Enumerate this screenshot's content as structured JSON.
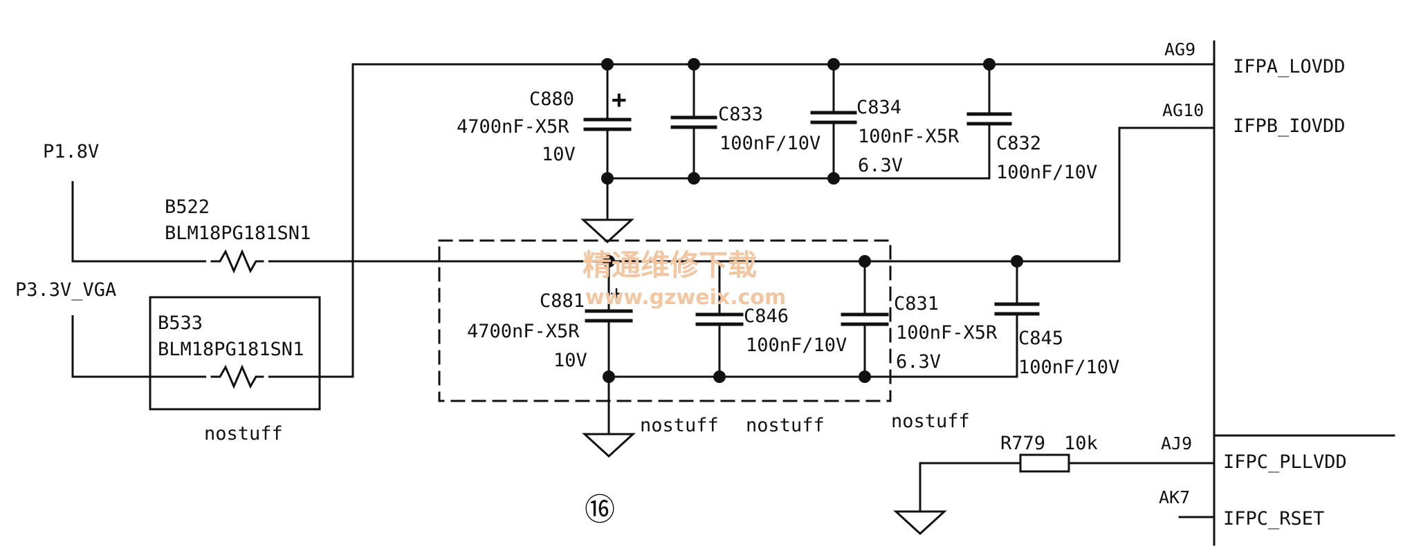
{
  "ports": {
    "p18": "P1.8V",
    "p33": "P3.3V_VGA"
  },
  "beads": {
    "b522_ref": "B522",
    "b522_part": "BLM18PG181SN1",
    "b533_ref": "B533",
    "b533_part": "BLM18PG181SN1",
    "b533_note": "nostuff"
  },
  "caps": {
    "c880_ref": "C880",
    "c880_val": "4700nF-X5R",
    "c880_volt": "10V",
    "c833_ref": "C833",
    "c833_val": "100nF/10V",
    "c834_ref": "C834",
    "c834_val": "100nF-X5R",
    "c834_volt": "6.3V",
    "c832_ref": "C832",
    "c832_val": "100nF/10V",
    "c881_ref": "C881",
    "c881_val": "4700nF-X5R",
    "c881_volt": "10V",
    "c846_ref": "C846",
    "c846_val": "100nF/10V",
    "c831_ref": "C831",
    "c831_val": "100nF-X5R",
    "c831_volt": "6.3V",
    "c845_ref": "C845",
    "c845_val": "100nF/10V",
    "nostuff": "nostuff"
  },
  "resistor": {
    "ref": "R779",
    "val": "10k"
  },
  "pins": {
    "ag9": "AG9",
    "ag10": "AG10",
    "aj9": "AJ9",
    "ak7": "AK7"
  },
  "nets": {
    "ifpa": "IFPA_LOVDD",
    "ifpb": "IFPB_IOVDD",
    "ifpc_pll": "IFPC_PLLVDD",
    "ifpc_rset": "IFPC_RSET"
  },
  "polarity": "+",
  "figure_number": "⑯",
  "watermark": {
    "line1": "精通维修下载",
    "line2": "www.gzweix.com"
  }
}
